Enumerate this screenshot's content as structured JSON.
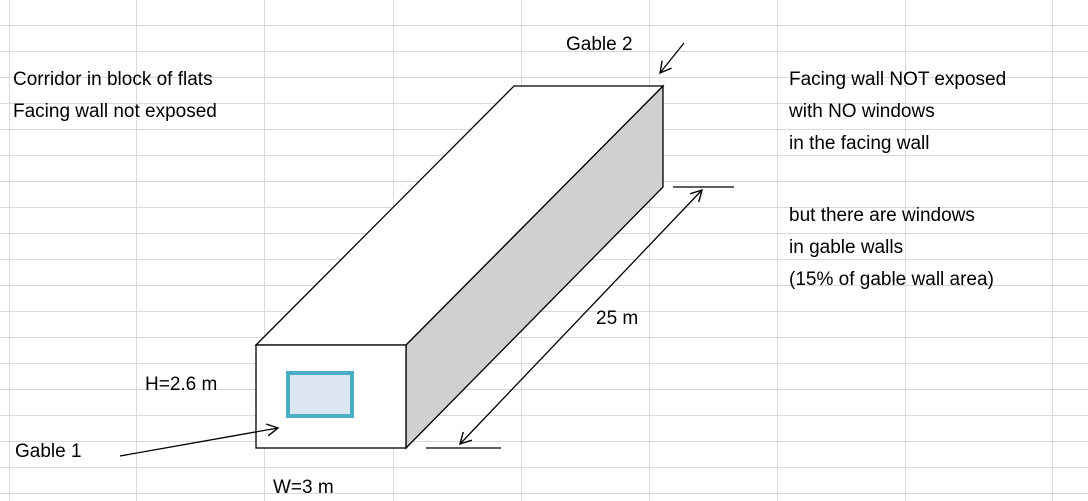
{
  "left_note": {
    "line1": "Corridor in block of flats",
    "line2": "Facing wall not exposed"
  },
  "right_note": {
    "line1": "Facing wall NOT exposed",
    "line2": "with NO windows",
    "line3": "in the facing wall",
    "line4": "but  there are windows",
    "line5": "in gable walls",
    "line6": "(15% of  gable wall area)"
  },
  "labels": {
    "gable2": "Gable 2",
    "gable1": "Gable 1",
    "length": "25 m",
    "height": "H=2.6 m",
    "width": "W=3 m"
  },
  "colors": {
    "side_face": "#d0d0d0",
    "window_frame": "#4bacc6",
    "window_glass": "#dce6f1",
    "gridline": "#d9d9d9"
  }
}
